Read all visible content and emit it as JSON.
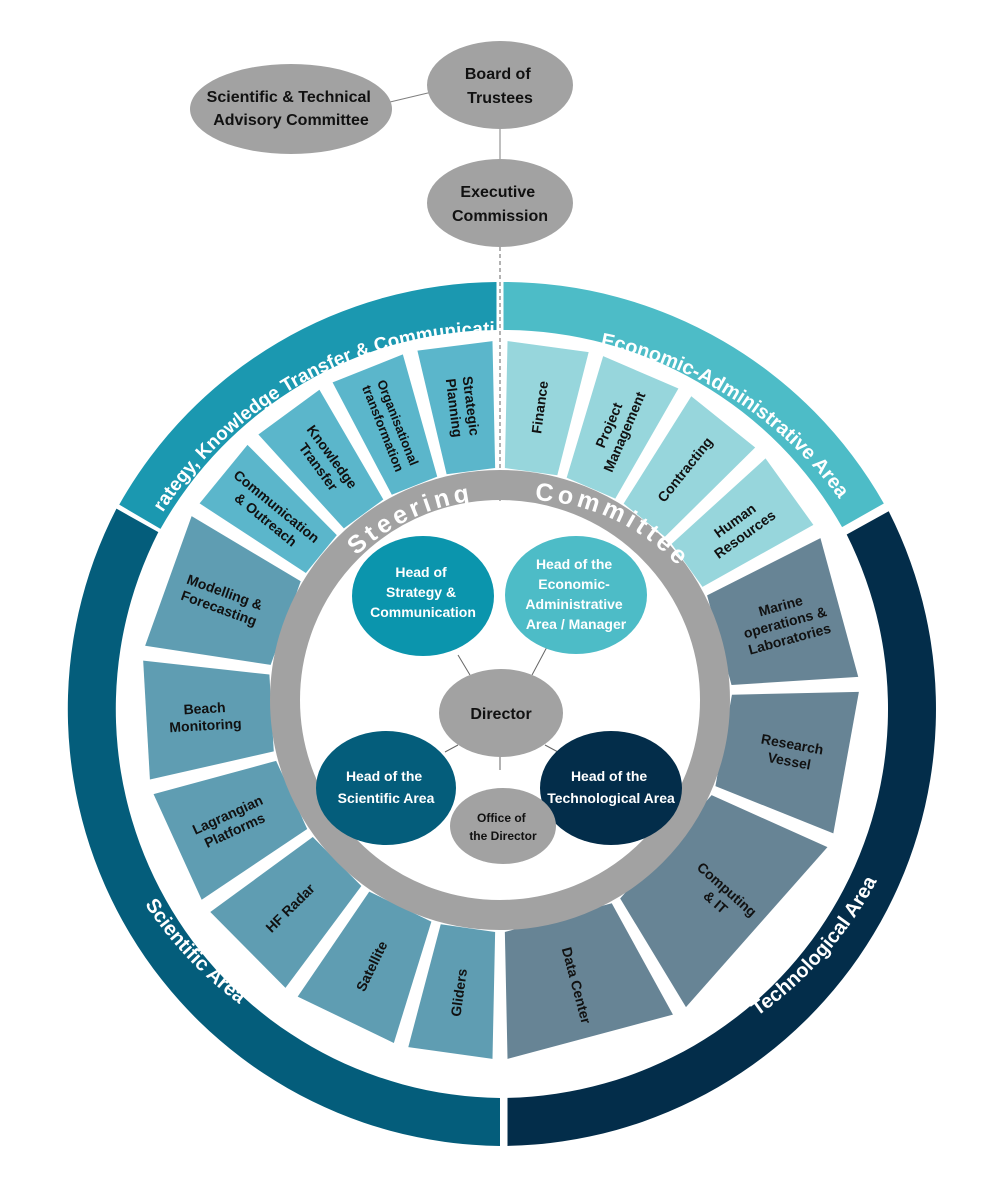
{
  "governance": {
    "advisory": [
      "Scientific & Technical",
      "Advisory Committee"
    ],
    "board": [
      "Board of",
      "Trustees"
    ],
    "executive": [
      "Executive",
      "Commission"
    ]
  },
  "areas": {
    "strategy": "Strategy, Knowledge Transfer & Communication",
    "economic": "Economic-Administrative Area",
    "scientific": "Scientific Area",
    "technological": "Technological Area"
  },
  "steering": {
    "left": "Steering",
    "right": "Committee"
  },
  "segments": {
    "strategic_planning": [
      "Strategic",
      "Planning"
    ],
    "organisational": [
      "Organisational",
      "transformation"
    ],
    "knowledge_transfer": [
      "Knowledge",
      "Transfer"
    ],
    "communication": [
      "Communication",
      "& Outreach"
    ],
    "finance": [
      "Finance"
    ],
    "project_management": [
      "Project",
      "Management"
    ],
    "contracting": [
      "Contracting"
    ],
    "human_resources": [
      "Human",
      "Resources"
    ],
    "marine_ops": [
      "Marine",
      "operations &",
      "Laboratories"
    ],
    "research_vessel": [
      "Research",
      "Vessel"
    ],
    "computing": [
      "Computing",
      "& IT"
    ],
    "data_center": [
      "Data Center"
    ],
    "modelling": [
      "Modelling &",
      "Forecasting"
    ],
    "beach": [
      "Beach",
      "Monitoring"
    ],
    "lagrangian": [
      "Lagrangian",
      "Platforms"
    ],
    "hf_radar": [
      "HF Radar"
    ],
    "satellite": [
      "Satellite"
    ],
    "gliders": [
      "Gliders"
    ]
  },
  "center": {
    "director": [
      "Director"
    ],
    "head_strategy": [
      "Head of",
      "Strategy &",
      "Communication"
    ],
    "head_economic": [
      "Head of the",
      "Economic-",
      "Administrative",
      "Area / Manager"
    ],
    "head_scientific": [
      "Head of the",
      "Scientific Area"
    ],
    "head_technological": [
      "Head of the",
      "Technological Area"
    ],
    "office": [
      "Office of",
      "the Director"
    ]
  },
  "colors": {
    "strategy_band": "#1b98b0",
    "strategy_seg": "#5bb6cb",
    "economic_band": "#4dbcc7",
    "economic_seg": "#97d6dc",
    "scientific_band": "#045d7b",
    "scientific_seg": "#5f9db2",
    "technological_band": "#032d4a",
    "technological_seg": "#678495",
    "grey": "#a2a2a2"
  }
}
